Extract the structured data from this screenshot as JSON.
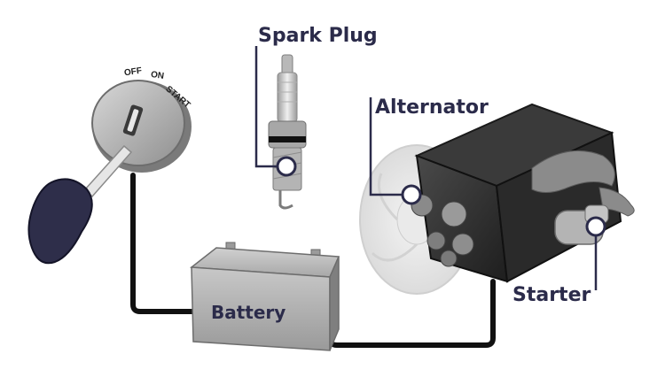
{
  "labels": {
    "spark_plug": "Spark Plug",
    "alternator": "Alternator",
    "starter": "Starter",
    "battery": "Battery"
  },
  "ignition": {
    "positions": [
      "OFF",
      "ON",
      "START"
    ]
  },
  "colors": {
    "callout_text": "#2b2b4a",
    "callout_line": "#2b2b4a",
    "wire": "#111111",
    "marker_fill": "#ffffff",
    "marker_stroke": "#2b2b4a",
    "key_head": "#2e2e4a"
  },
  "icons": [
    "ignition-switch-icon",
    "key-icon",
    "spark-plug-icon",
    "battery-icon",
    "engine-icon",
    "fan-icon",
    "starter-icon"
  ]
}
